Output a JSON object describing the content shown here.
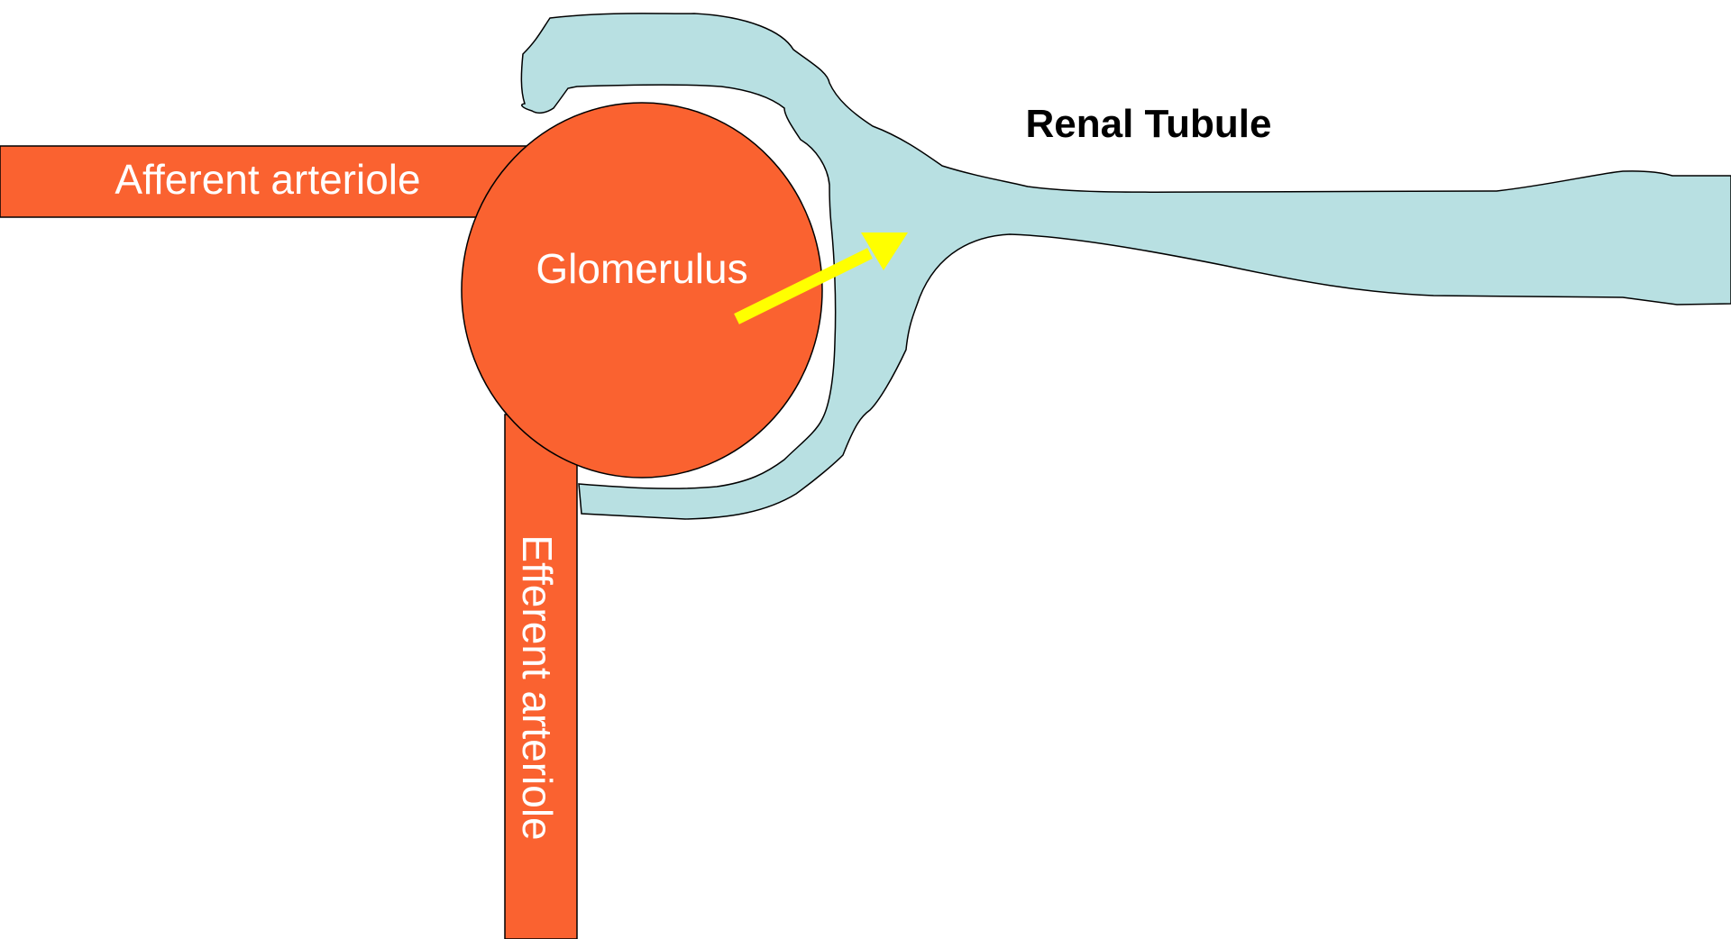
{
  "labels": {
    "afferent": "Afferent arteriole",
    "efferent": "Efferent arteriole",
    "glomerulus": "Glomerulus",
    "tubule": "Renal Tubule"
  },
  "colors": {
    "vessel": "#fa6230",
    "tubule": "#b8e0e2",
    "arrow": "#ffff00",
    "outline": "#000000",
    "vessel_text": "#ffffff",
    "tubule_text": "#000000"
  }
}
